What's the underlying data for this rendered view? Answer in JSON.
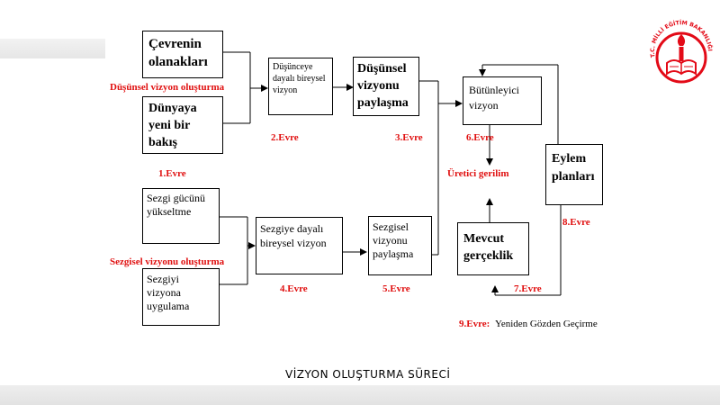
{
  "boxes": {
    "cevre": "Çevrenin olanakları",
    "dunya": "Dünyaya yeni bir bakış",
    "dusunce_bireysel": "Düşünceye dayalı bireysel vizyon",
    "dusunsel_paylasma": "Düşünsel vizyonu paylaşma",
    "butunleyici": "Bütünleyici vizyon",
    "eylem": "Eylem planları",
    "mevcut": "Mevcut gerçeklik",
    "sezgi_guc": "Sezgi gücünü yükseltme",
    "sezgiyi_uygulama": "Sezgiyi vizyona uygulama",
    "sezgi_bireysel": "Sezgiye dayalı bireysel vizyon",
    "sezgisel_paylasma": "Sezgisel vizyonu paylaşma"
  },
  "labels": {
    "dusunsel_olusturma": "Düşünsel vizyon oluşturma",
    "sezgisel_olusturma": "Sezgisel vizyonu oluşturma",
    "uretici_gerilim": "Üretici gerilim"
  },
  "stages": {
    "s1": "1.Evre",
    "s2": "2.Evre",
    "s3": "3.Evre",
    "s4": "4.Evre",
    "s5": "5.Evre",
    "s6": "6.Evre",
    "s7": "7.Evre",
    "s8": "8.Evre",
    "s9": "9.Evre:",
    "s9_text": "Yeniden Gözden Geçirme"
  },
  "caption": "VİZYON OLUŞTURMA SÜRECİ",
  "logo": {
    "text": "T.C. MİLLİ EĞİTİM BAKANLIĞI",
    "icon": "meb-logo-icon",
    "color": "#e30a17"
  },
  "colors": {
    "stage_red": "#e01010",
    "border": "#000000"
  }
}
